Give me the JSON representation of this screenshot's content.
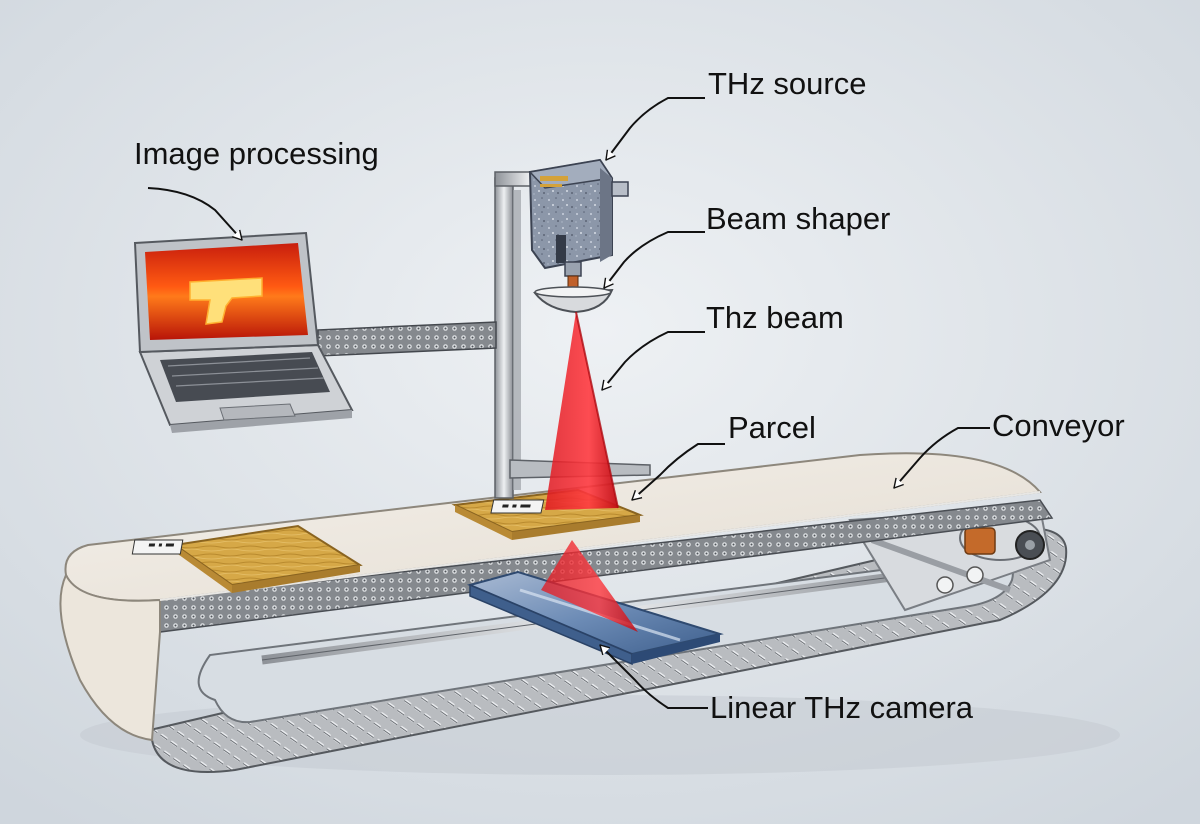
{
  "labels": {
    "thz_source": "THz source",
    "image_processing": "Image processing",
    "beam_shaper": "Beam shaper",
    "thz_beam": "Thz beam",
    "parcel": "Parcel",
    "conveyor": "Conveyor",
    "linear_camera": "Linear THz camera"
  },
  "colors": {
    "background": "#dde3e8",
    "beam": "#e0141c",
    "belt": "#efe9e0",
    "parcel": "#d4a546",
    "screen": "#e02a10",
    "camera": "#6f8fb8",
    "source": "#8d98aa"
  }
}
